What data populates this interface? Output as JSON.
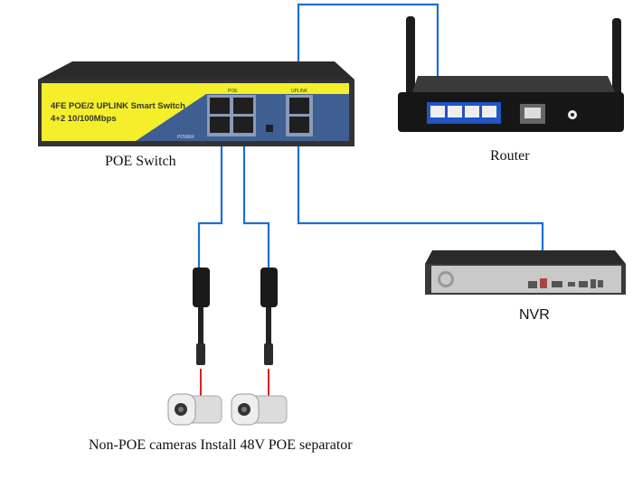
{
  "devices": {
    "switch": {
      "label": "POE Switch",
      "panel_line1": "4FE POE/2 UPLINK Smart Switch",
      "panel_line2": "4+2 10/100Mbps",
      "poe_label": "POE",
      "uplink_label": "UPLINK",
      "power_label": "POWER"
    },
    "router": {
      "label": "Router"
    },
    "nvr": {
      "label": "NVR"
    },
    "cameras": {
      "label": "Non-POE cameras Install 48V POE separator"
    }
  },
  "colors": {
    "cable": "#1a6fd6",
    "power_cable": "#e02020",
    "switch_yellow": "#f4ef2a",
    "switch_blue": "#3f5f93",
    "device_dark": "#2a2a2a"
  }
}
